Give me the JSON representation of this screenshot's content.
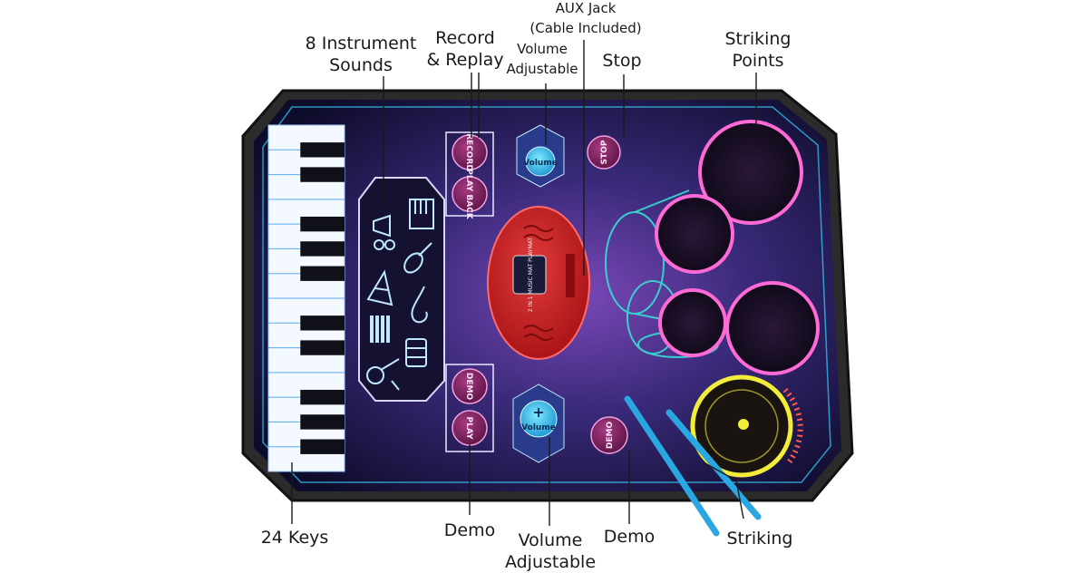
{
  "product": {
    "name": "2 in 1 Music Mat Playmat",
    "panel_text": "2 IN 1 MUSIC MAT PLAYMAT"
  },
  "callouts": {
    "instrument_sounds": "8 Instrument\nSounds",
    "record_replay": "Record\n& Replay",
    "volume_top": "Volume\nAdjustable",
    "aux_jack": "AUX Jack\n(Cable Included)",
    "stop": "Stop",
    "striking_points": "Striking\nPoints",
    "keys": "24 Keys",
    "demo_left": "Demo",
    "volume_bottom": "Volume\nAdjustable",
    "demo_right": "Demo",
    "striking": "Striking"
  },
  "buttons": {
    "record": "RECORD",
    "play_back": "PLAY BACK",
    "volume_minus": "Volume",
    "volume_plus": "Volume",
    "stop": "STOP",
    "demo_left": "DEMO",
    "play": "PLAY",
    "demo_right": "DEMO"
  },
  "icons": {
    "instruments": [
      "piano-icon",
      "trumpet-icon",
      "violin-icon",
      "harp-icon",
      "saxophone-icon",
      "xylophone-icon",
      "accordion-icon",
      "guitar-icon"
    ]
  },
  "colors": {
    "mat_border": "#2b2b2b",
    "mat_center": "#6a3fa6",
    "mat_edge": "#0d0b28",
    "neon_cyan": "#35d4ff",
    "neon_pink": "#ff4fc8",
    "button_purple": "#7a1f5c",
    "speaker_red": "#c41a1a",
    "drumstick": "#2aa7e0",
    "cymbal_yellow": "#f2ec3a"
  }
}
